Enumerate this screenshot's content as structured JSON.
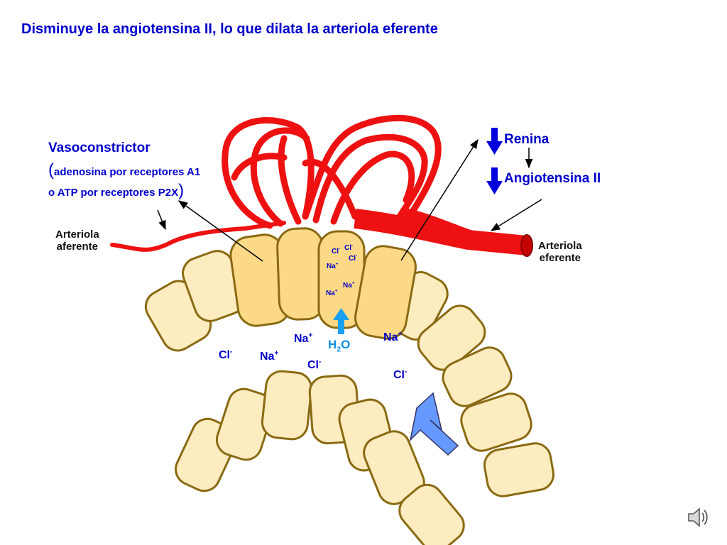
{
  "slide": {
    "title": "Disminuye la angiotensina II, lo que dilata la arteriola eferente"
  },
  "vasoconstrictor": {
    "title": "Vasoconstrictor",
    "open_paren": "(",
    "line1": "adenosina por receptores A1",
    "line2": "o ATP por receptores P2X",
    "close_paren": ")"
  },
  "vessels": {
    "afferent_line1": "Arteriola",
    "afferent_line2": "aferente",
    "efferent_line1": "Arteriola",
    "efferent_line2": "eferente"
  },
  "hormones": {
    "renin": "Renina",
    "angiotensin": "Angiotensina II",
    "direction": "decrease"
  },
  "ions": {
    "na": "Na",
    "cl": "Cl",
    "plus": "+",
    "minus": "-",
    "water_h": "H",
    "water_sub": "2",
    "water_o": "O"
  },
  "colors": {
    "text_blue": "#0000cc",
    "vessel_red": "#ee1111",
    "cell_fill": "#fdecc0",
    "macula_fill": "#fcd987",
    "cell_stroke": "#8a6a12",
    "water_arrow": "#1aa0f0",
    "flow_arrow": "#6699ff",
    "hormone_arrow": "#0000dd"
  },
  "icons": {
    "speaker": "speaker-icon"
  }
}
